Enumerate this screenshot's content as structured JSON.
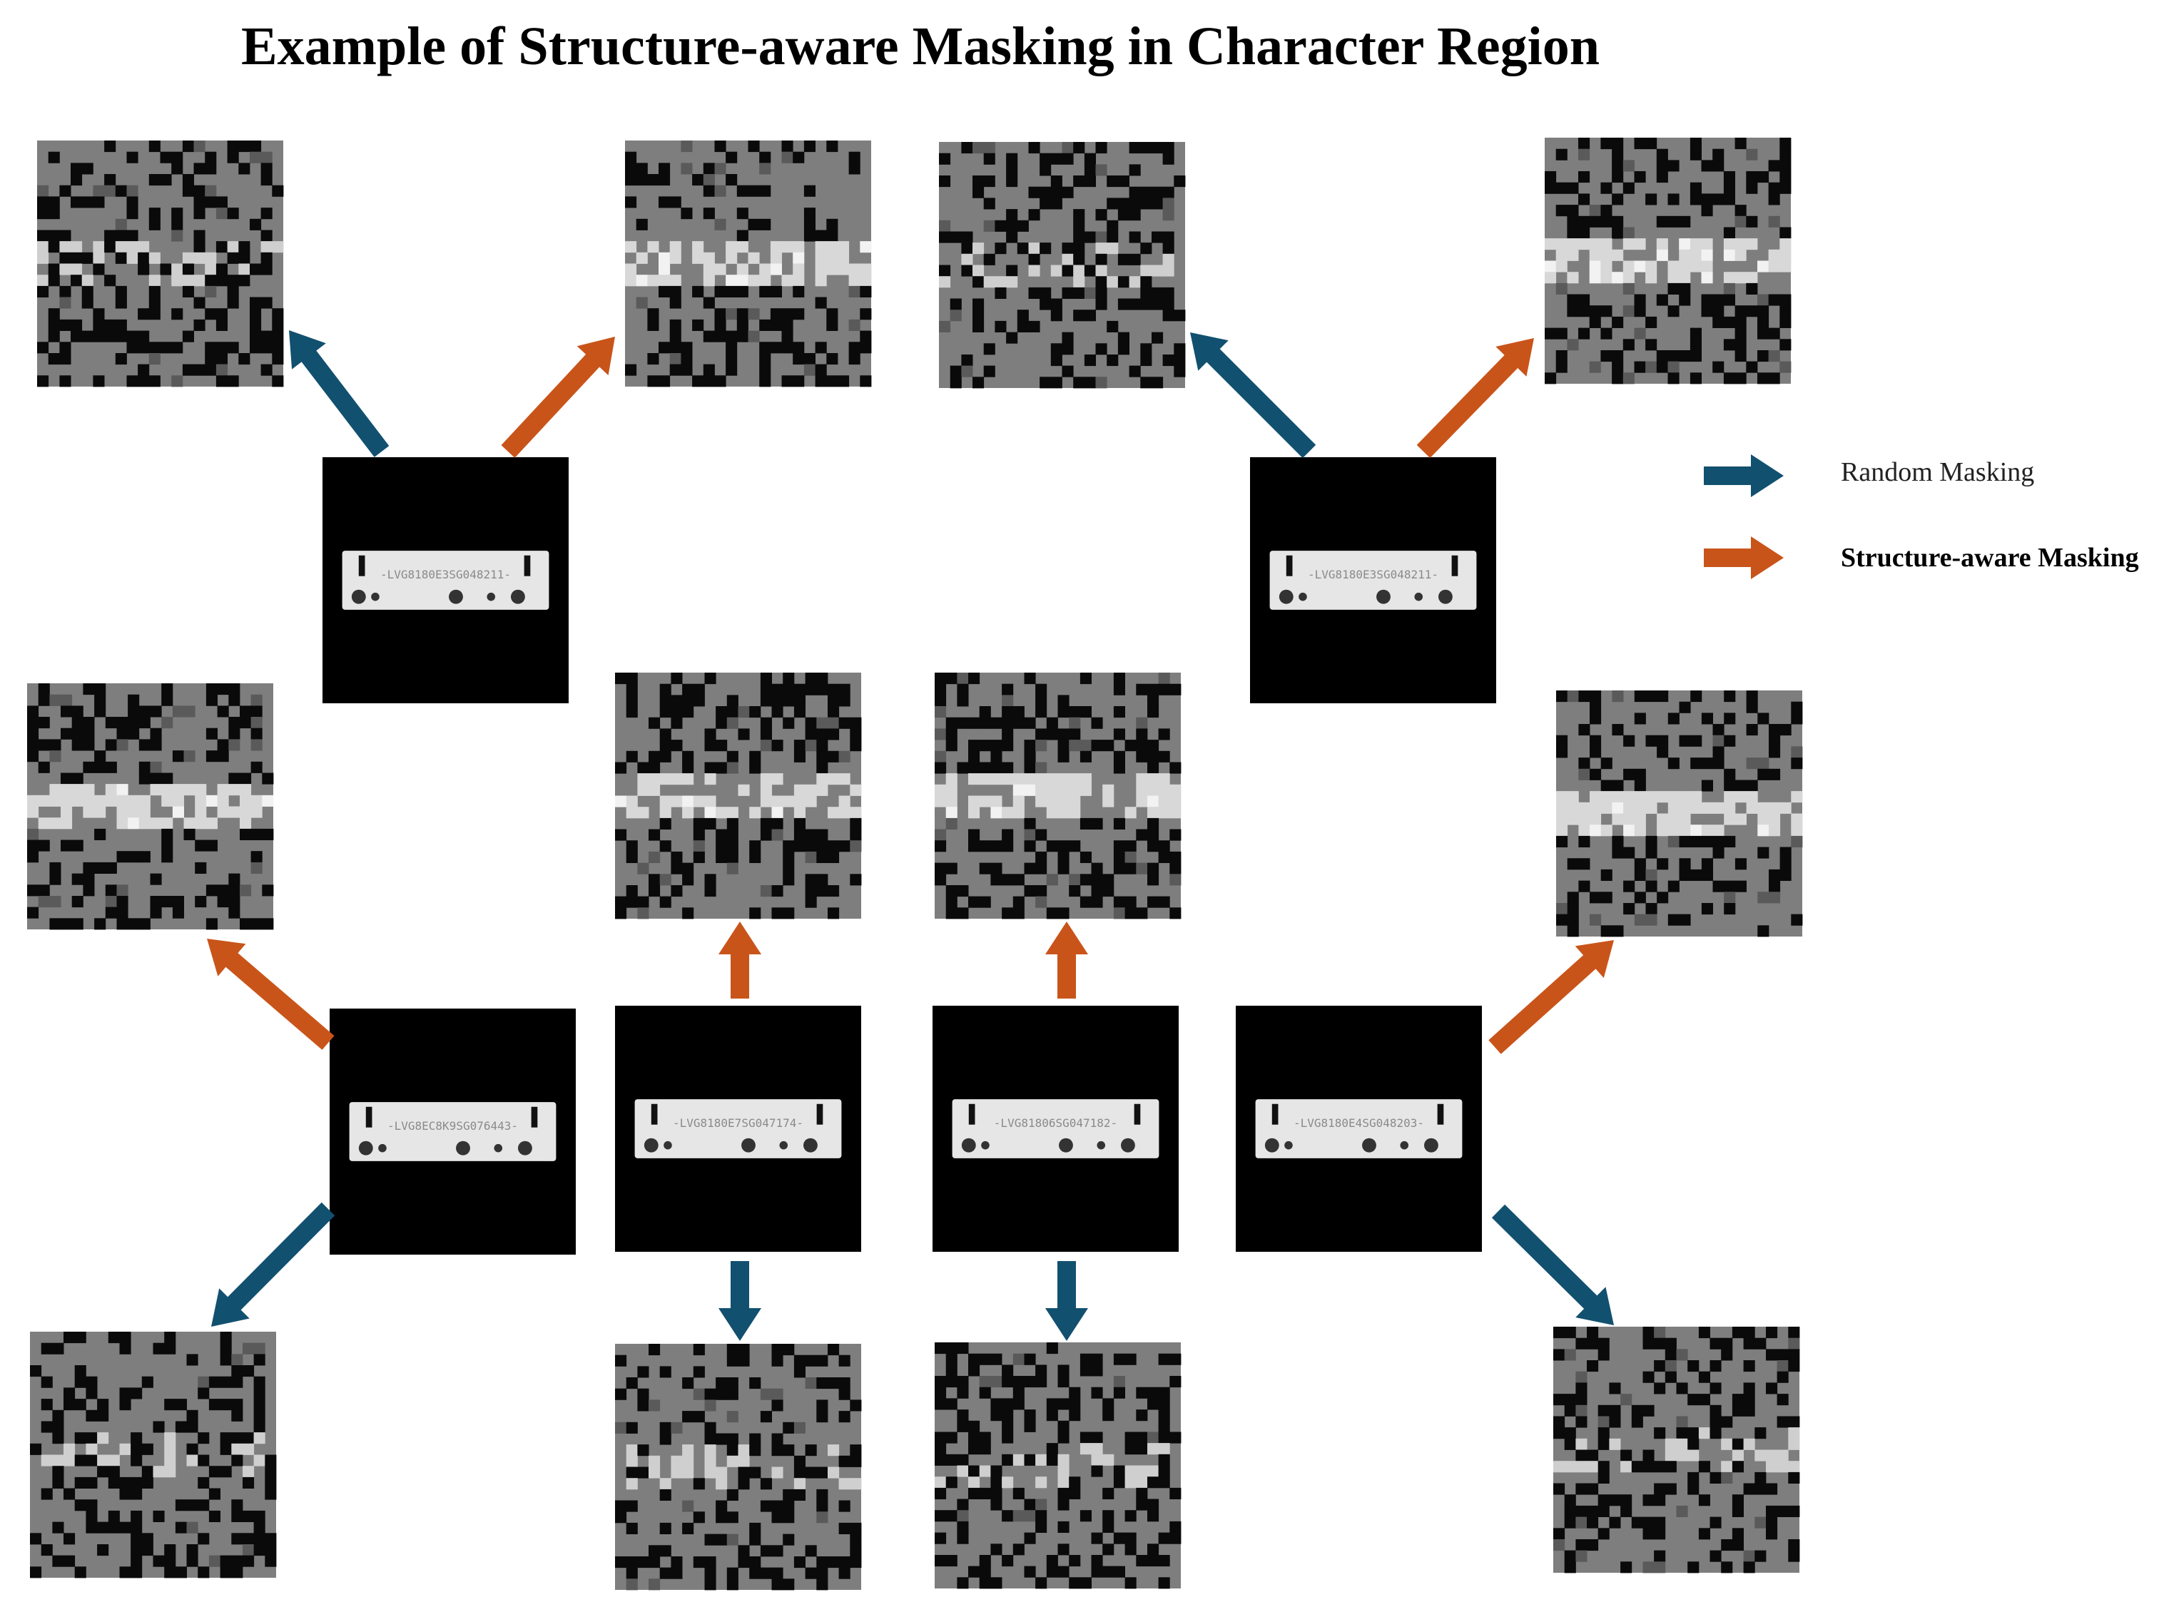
{
  "title": "Example of Structure-aware Masking in Character Region",
  "legend": {
    "random": {
      "label": "Random Masking",
      "color": "#12506f"
    },
    "structure": {
      "label": "Structure-aware Masking",
      "color": "#c9541a"
    }
  },
  "colors": {
    "mask_gray": "#7e7e7e",
    "mask_black": "#0a0a0a",
    "frame_black": "#000000",
    "plate_white": "#e6e6e6"
  },
  "originals": [
    {
      "id": "orig-1",
      "plate_text": "-LVG8180E3SG048211-"
    },
    {
      "id": "orig-2",
      "plate_text": "-LVG8180E3SG048211-"
    },
    {
      "id": "orig-3",
      "plate_text": "-LVG8EC8K9SG076443-"
    },
    {
      "id": "orig-4",
      "plate_text": "-LVG8180E7SG047174-"
    },
    {
      "id": "orig-5",
      "plate_text": "-LVG81806SG047182-"
    },
    {
      "id": "orig-6",
      "plate_text": "-LVG8180E4SG048203-"
    }
  ]
}
